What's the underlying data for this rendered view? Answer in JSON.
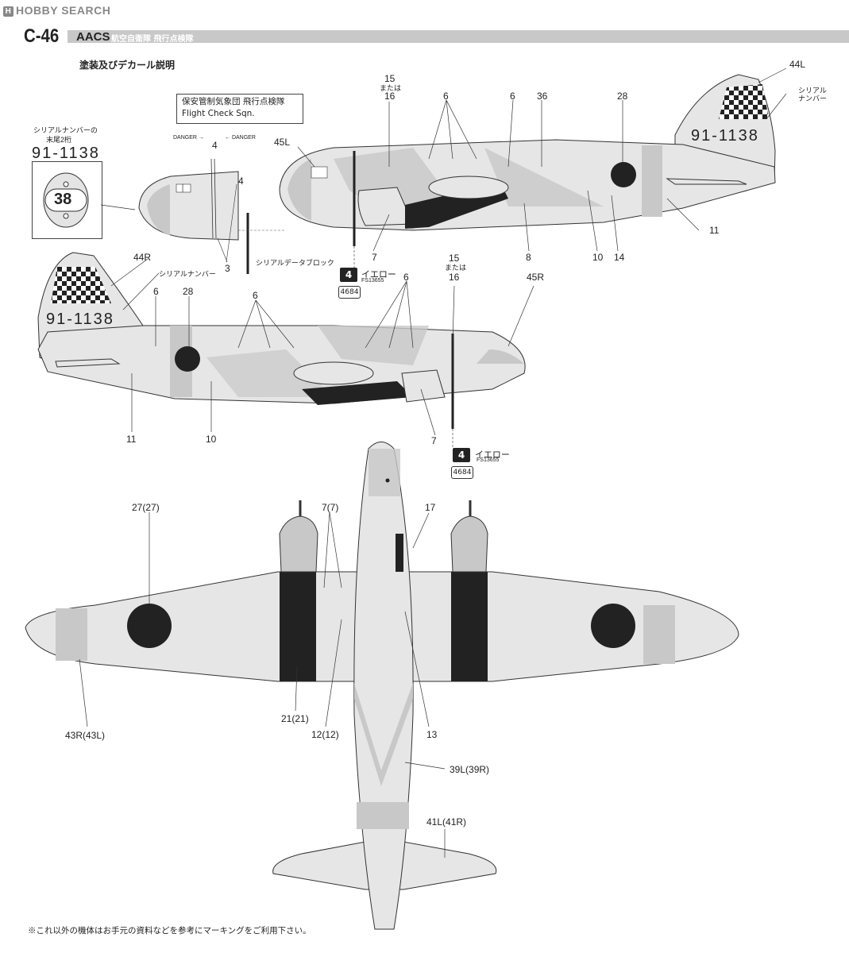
{
  "header": {
    "logo_text": "HOBBY SEARCH",
    "title_main": "C-46",
    "title_sub": "AACS",
    "title_jp": "航空自衛隊 飛行点検隊",
    "subtitle": "塗装及びデカール説明"
  },
  "unit_box": {
    "line1": "保安管制気象団 飛行点検隊",
    "line2": "Flight Check Sqn."
  },
  "serial_note": {
    "line1": "シリアルナンバーの",
    "line2": "末尾2桁",
    "serial_prefix": "91-11",
    "serial_suffix": "38",
    "badge": "38"
  },
  "serial_number": "91-1138",
  "danger_text": "DANGER",
  "callouts_left_view": {
    "c15": "15",
    "or1": "または",
    "c16": "16",
    "c6a": "6",
    "c6b": "6",
    "c36": "36",
    "c28": "28",
    "c44L": "44L",
    "serial_label1": "シリアル",
    "serial_label2": "ナンバー",
    "c45L": "45L",
    "c4a": "4",
    "c4b": "4",
    "c3": "3",
    "c7": "7",
    "c8": "8",
    "c10": "10",
    "c14": "14",
    "c11": "11",
    "serial_block": "シリアルデータブロック"
  },
  "callouts_right_view": {
    "c44R": "44R",
    "serial_label": "シリアルナンバー",
    "c6a": "6",
    "c28": "28",
    "c6b": "6",
    "c6c": "6",
    "c15": "15",
    "or1": "または",
    "c16": "16",
    "c45R": "45R",
    "c11": "11",
    "c10": "10",
    "c7": "7"
  },
  "paint_chip": {
    "number": "4",
    "name": "イエロー",
    "fs": "FS13655",
    "code": "4684"
  },
  "callouts_top_view": {
    "c27": "27(27)",
    "c7": "7(7)",
    "c17": "17",
    "c21": "21(21)",
    "c12": "12(12)",
    "c13": "13",
    "c43": "43R(43L)",
    "c39": "39L(39R)",
    "c41": "41L(41R)"
  },
  "footnote": "※これ以外の機体はお手元の資料などを参考にマーキングをご利用下さい。",
  "colors": {
    "dark": "#222222",
    "grey": "#c8c8c8",
    "light": "#e6e6e6",
    "line": "#333333"
  }
}
